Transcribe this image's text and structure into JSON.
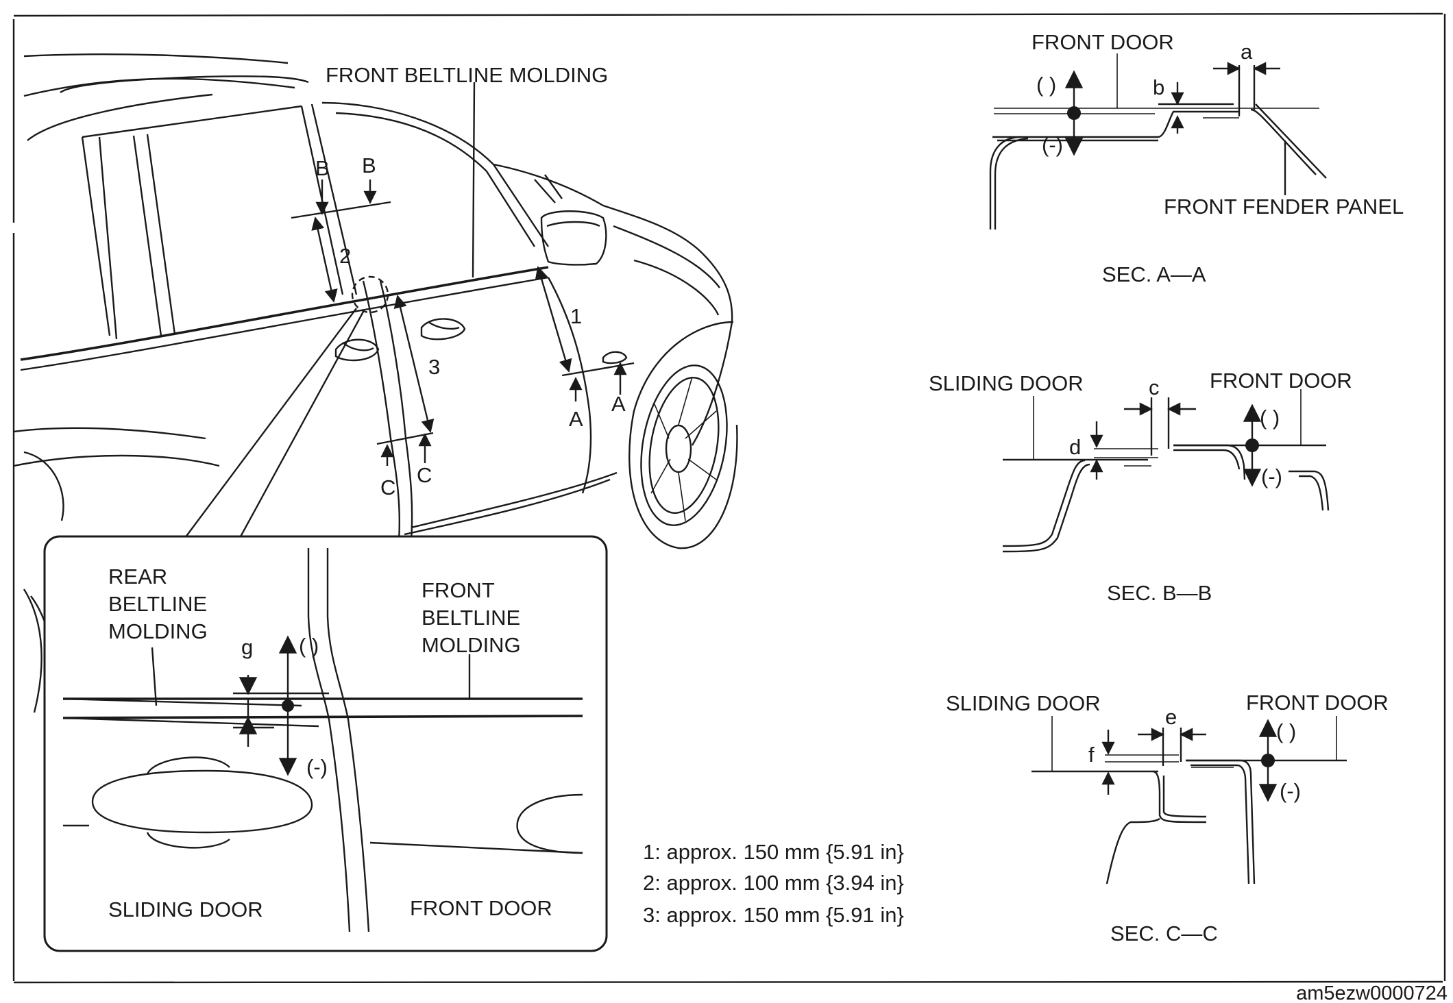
{
  "main_view": {
    "front_beltline_molding": "FRONT BELTLINE MOLDING",
    "marks": {
      "A": "A",
      "B": "B",
      "C": "C",
      "n1": "1",
      "n2": "2",
      "n3": "3"
    }
  },
  "detail_view": {
    "rear_molding": [
      "REAR",
      "BELTLINE",
      "MOLDING"
    ],
    "front_molding": [
      "FRONT",
      "BELTLINE",
      "MOLDING"
    ],
    "g": "g",
    "plus": "( )",
    "minus": "(-)",
    "sliding_door": "SLIDING DOOR",
    "front_door": "FRONT DOOR"
  },
  "sec_a": {
    "front_door": "FRONT DOOR",
    "a": "a",
    "b": "b",
    "plus": "( )",
    "minus": "(-)",
    "fender_panel": "FRONT FENDER PANEL",
    "title": "SEC. A—A"
  },
  "sec_b": {
    "sliding_door": "SLIDING DOOR",
    "front_door": "FRONT DOOR",
    "c": "c",
    "d": "d",
    "plus": "( )",
    "minus": "(-)",
    "title": "SEC. B—B"
  },
  "sec_c": {
    "sliding_door": "SLIDING DOOR",
    "front_door": "FRONT DOOR",
    "e": "e",
    "f": "f",
    "plus": "( )",
    "minus": "(-)",
    "title": "SEC. C—C"
  },
  "notes": [
    "1: approx. 150 mm {5.91 in}",
    "2: approx. 100 mm {3.94 in}",
    "3: approx. 150 mm {5.91 in}"
  ],
  "figure_code": "am5ezw0000724"
}
